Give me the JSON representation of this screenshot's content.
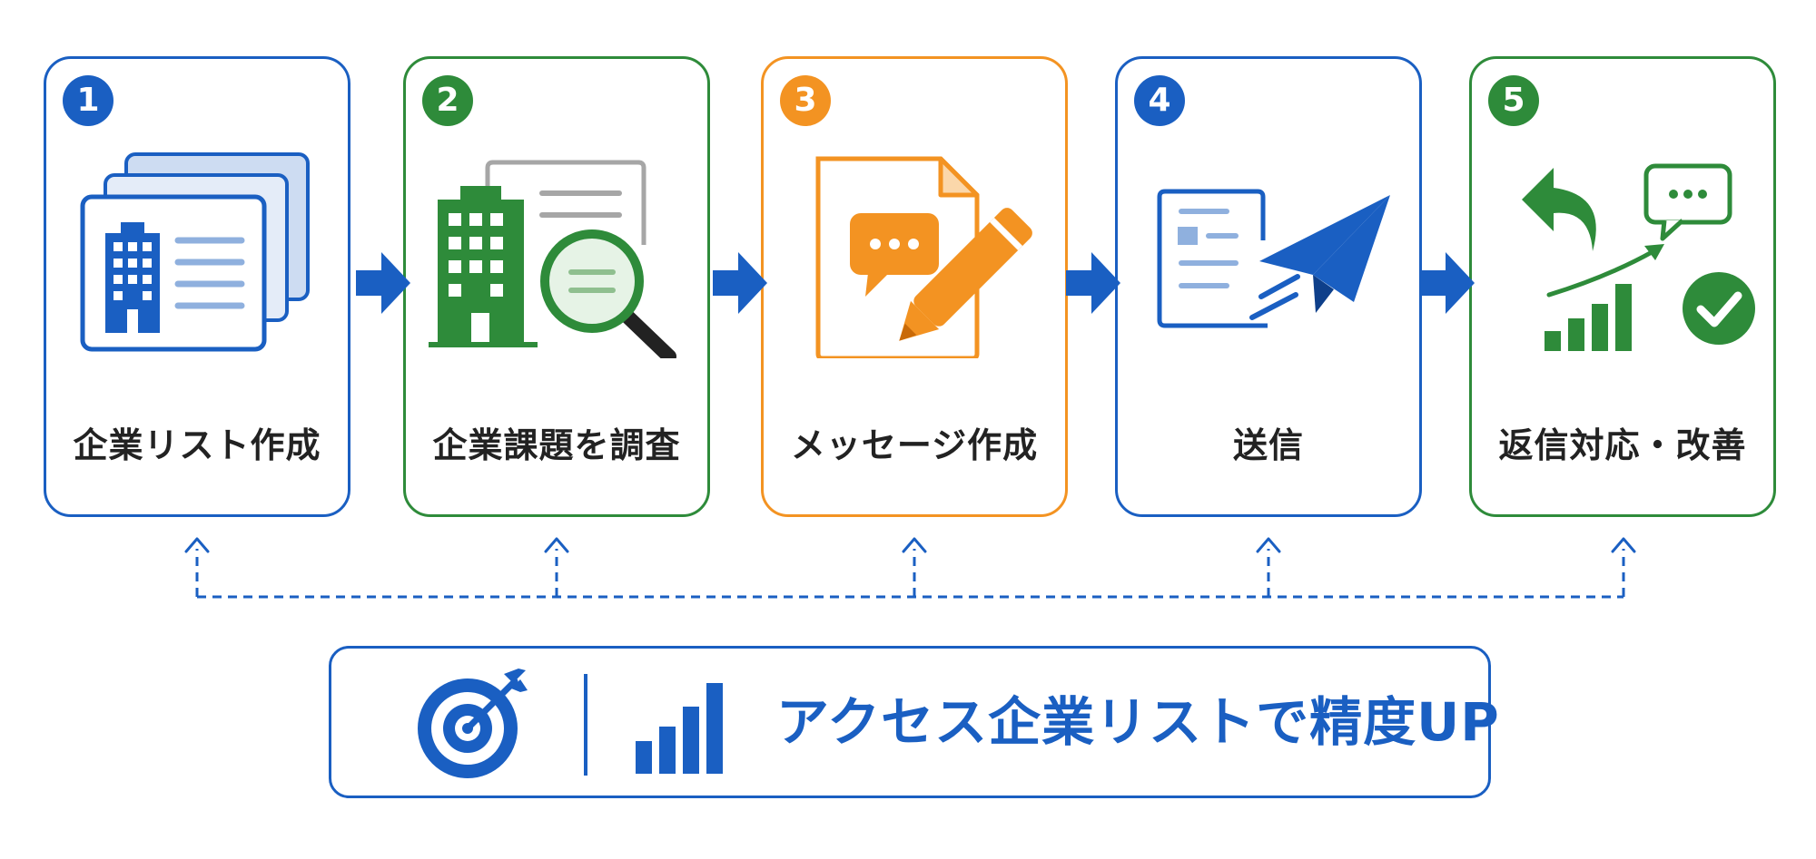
{
  "colors": {
    "blue": "#1a5fc2",
    "green": "#2e8b3a",
    "orange": "#f39322",
    "light_blue": "#8fb0de",
    "gray": "#a6a6a6"
  },
  "steps": [
    {
      "number": "1",
      "label": "企業リスト作成",
      "color": "#1a5fc2",
      "icon": "company-list-icon"
    },
    {
      "number": "2",
      "label": "企業課題を調査",
      "color": "#2e8b3a",
      "icon": "company-research-icon"
    },
    {
      "number": "3",
      "label": "メッセージ作成",
      "color": "#f39322",
      "icon": "message-draft-icon"
    },
    {
      "number": "4",
      "label": "送信",
      "color": "#1a5fc2",
      "icon": "send-icon"
    },
    {
      "number": "5",
      "label": "返信対応・改善",
      "color": "#2e8b3a",
      "icon": "reply-improve-icon"
    }
  ],
  "banner": {
    "text": "アクセス企業リストで精度UP",
    "icons": [
      "target-icon",
      "bar-chart-icon"
    ]
  }
}
